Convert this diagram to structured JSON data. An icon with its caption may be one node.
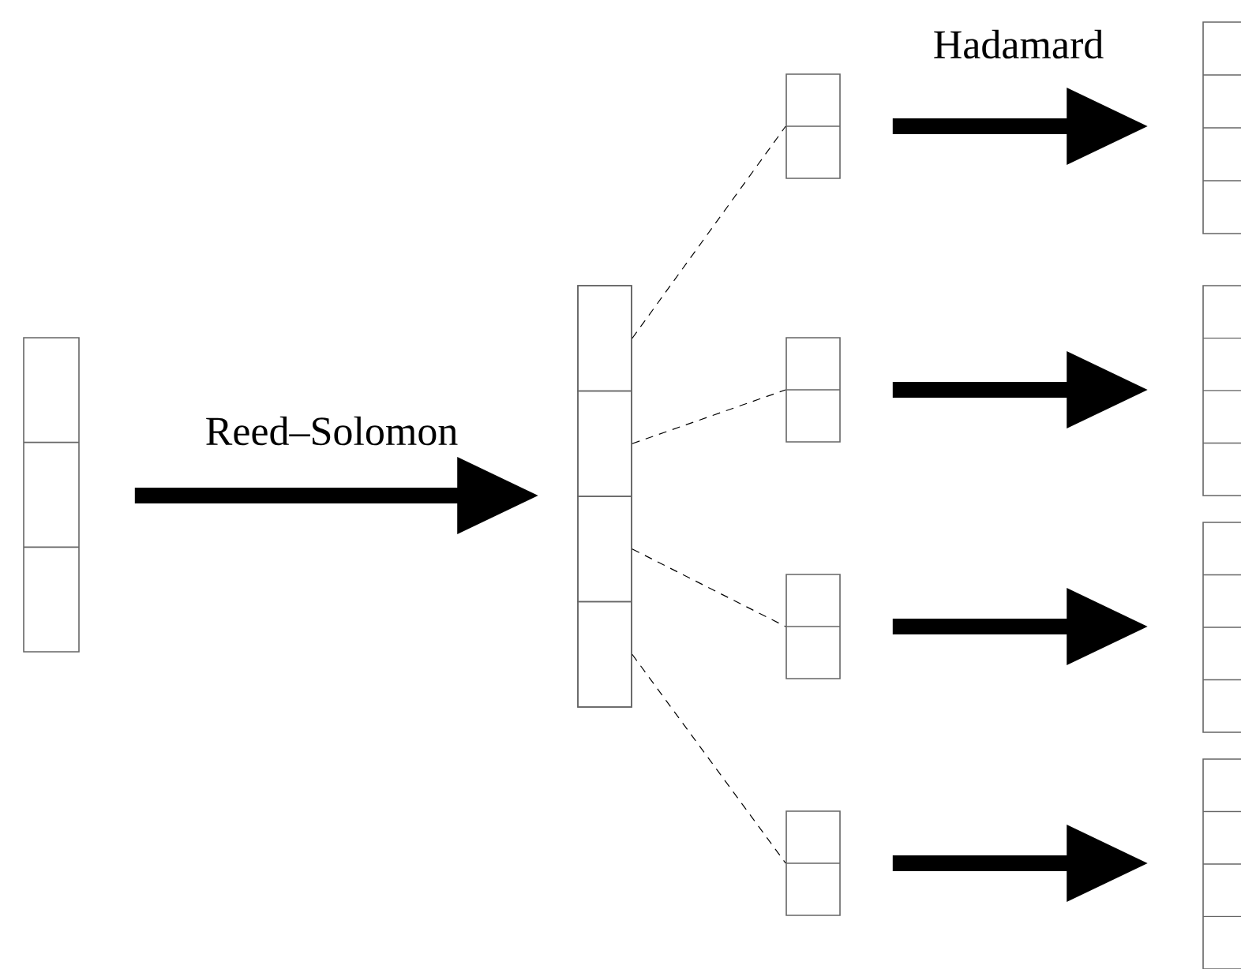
{
  "diagram": {
    "nodes": [
      {
        "text": [],
        "shape": "box"
      },
      {
        "text": [],
        "shape": "box"
      },
      {
        "text": [],
        "shape": "box",
        "in": 1
      },
      {
        "text": [],
        "shape": "box",
        "in": 1
      },
      {
        "text": [],
        "shape": "box",
        "in": 1
      },
      {
        "text": [],
        "shape": "box",
        "in": 1
      },
      {
        "text": [],
        "shape": "box"
      },
      {
        "text": [],
        "shape": "box"
      },
      {
        "text": [],
        "shape": "box"
      },
      {
        "text": [],
        "shape": "box"
      },
      {
        "text": [],
        "shape": "box"
      },
      {
        "text": [],
        "shape": "box"
      },
      {
        "text": [],
        "shape": "box"
      },
      {
        "text": [],
        "shape": "box"
      }
    ],
    "edges": [
      {
        "from": 0,
        "to": 1,
        "arrow": "to",
        "label": "Reed–Solomon"
      },
      {
        "from": 2,
        "to": 6,
        "arrow": "none",
        "style": "dashed"
      },
      {
        "from": 3,
        "to": 7,
        "arrow": "none",
        "style": "dashed"
      },
      {
        "from": 4,
        "to": 8,
        "arrow": "none",
        "style": "dashed"
      },
      {
        "from": 5,
        "to": 9,
        "arrow": "none",
        "style": "dashed"
      },
      {
        "from": 6,
        "to": 10,
        "arrow": "to",
        "label": "Hadamard"
      },
      {
        "from": 7,
        "to": 11,
        "arrow": "to"
      },
      {
        "from": 8,
        "to": 12,
        "arrow": "to"
      },
      {
        "from": 9,
        "to": 13,
        "arrow": "to"
      }
    ]
  }
}
